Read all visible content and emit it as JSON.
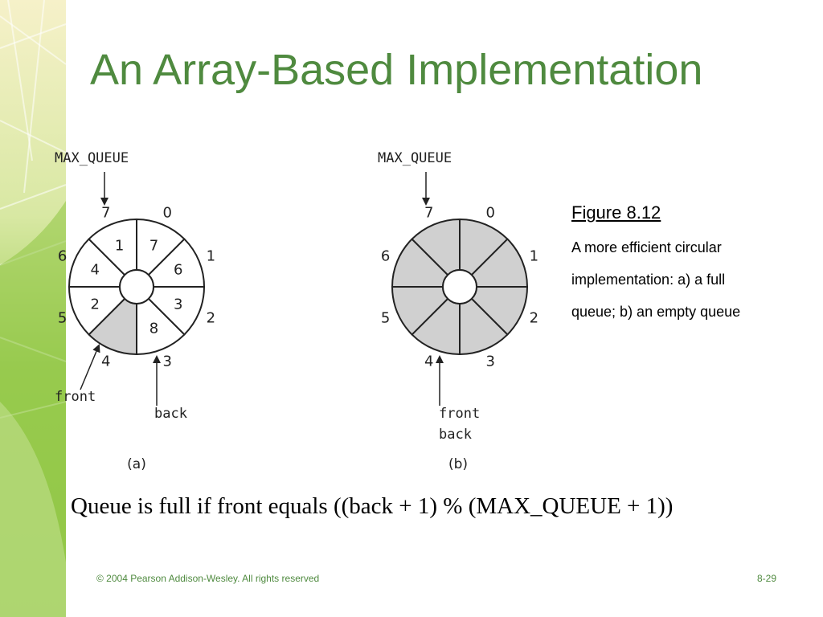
{
  "slide": {
    "title": "An Array-Based Implementation",
    "footer": {
      "copyright": "© 2004 Pearson Addison-Wesley. All rights reserved",
      "page": "8-29"
    },
    "statement": "Queue is full if front equals ((back + 1) % (MAX_QUEUE + 1))"
  },
  "caption": {
    "figure": "Figure 8.12",
    "lines": [
      "A more efficient circular",
      "implementation: a) a full",
      "queue; b) an empty queue"
    ]
  },
  "figure_a": {
    "max_label": "MAX_QUEUE",
    "index_labels": [
      "0",
      "1",
      "2",
      "3",
      "4",
      "5",
      "6",
      "7"
    ],
    "cell_values": [
      "7",
      "6",
      "3",
      "8",
      "",
      "2",
      "4",
      "1"
    ],
    "empty_cell_index": 4,
    "front_label": "front",
    "back_label": "back",
    "caption": "(a)"
  },
  "figure_b": {
    "max_label": "MAX_QUEUE",
    "index_labels": [
      "0",
      "1",
      "2",
      "3",
      "4",
      "5",
      "6",
      "7"
    ],
    "front_label": "front",
    "back_label": "back",
    "caption": "(b)"
  },
  "colors": {
    "title": "#4f8a3f",
    "shaded_cell": "#d0d0d0",
    "outline": "#222222",
    "side_green": "#8ec641"
  }
}
